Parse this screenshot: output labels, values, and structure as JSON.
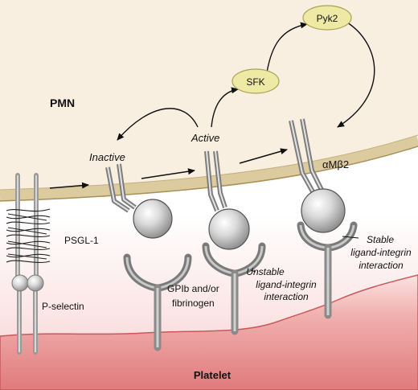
{
  "labels": {
    "pmn": "PMN",
    "platelet": "Platelet",
    "inactive": "Inactive",
    "active": "Active",
    "integrin": "αMβ2",
    "psgl1": "PSGL-1",
    "pselectin": "P-selectin",
    "gpib_line1": "GPIb and/or",
    "gpib_line2": "fibrinogen",
    "unstable_line1": "Unstable",
    "unstable_line2": "ligand-integrin",
    "unstable_line3": "interaction",
    "stable_line1": "Stable",
    "stable_line2": "ligand-integrin",
    "stable_line3": "interaction"
  },
  "nodes": {
    "sfk": "SFK",
    "pyk2": "Pyk2"
  },
  "colors": {
    "pmn_cell": "#f7eedf",
    "membrane": "#d8c79b",
    "platelet_top": "#f3b7b5",
    "platelet_body": "#e0787a",
    "node_fill": "#eeeaa6",
    "node_stroke": "#a8a253",
    "integrin_stem": "#b9b9b9",
    "ligand": "#8f8f8f"
  },
  "icons": {
    "integrin": "integrin-receptor-icon",
    "ligand": "ligand-receptor-icon",
    "arrow": "arrow-icon"
  }
}
